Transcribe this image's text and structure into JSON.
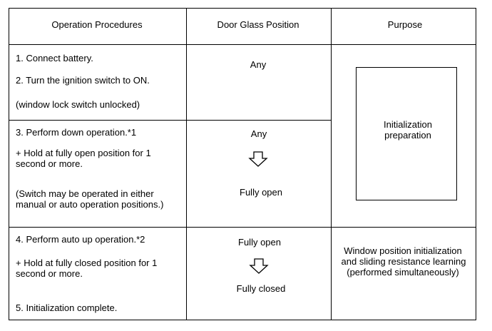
{
  "headers": {
    "col1": "Operation Procedures",
    "col2": "Door Glass Position",
    "col3": "Purpose"
  },
  "row1": {
    "step1": "1. Connect battery.",
    "step2": "2. Turn the ignition switch to ON.",
    "note": "(window lock switch unlocked)",
    "position": "Any"
  },
  "row2": {
    "step3": "3. Perform down operation.*1",
    "hold_line1": "+ Hold at fully open position for 1",
    "hold_line2": "second or more.",
    "note_line1": "(Switch may be operated in either",
    "note_line2": "manual or auto operation positions.)",
    "position_from": "Any",
    "position_to": "Fully open",
    "arrow_icon": "down-arrow-icon"
  },
  "purpose_prep": {
    "line1": "Initialization",
    "line2": "preparation"
  },
  "row3": {
    "step4": "4. Perform auto up operation.*2",
    "hold_line1": "+ Hold at fully closed position for 1",
    "hold_line2": "second or more.",
    "step5": "5. Initialization complete.",
    "position_from": "Fully open",
    "position_to": "Fully closed",
    "arrow_icon": "down-arrow-icon",
    "purpose_line1": "Window position initialization",
    "purpose_line2": "and sliding resistance learning",
    "purpose_line3": "(performed simultaneously)"
  }
}
